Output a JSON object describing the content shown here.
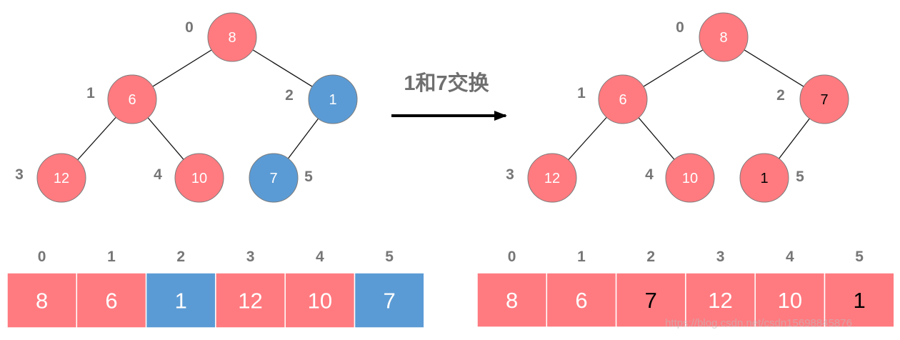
{
  "title": "1和7交换",
  "watermark": "https://blog.csdn.net/csdn15698845876",
  "colors": {
    "red": "#FF7B80",
    "blue": "#5B9BD5",
    "white_text": "#FFFFFF",
    "black_text": "#000000",
    "index_text": "#767676"
  },
  "before": {
    "nodes": [
      {
        "index": "0",
        "value": "8",
        "color": "red",
        "text_color": "white"
      },
      {
        "index": "1",
        "value": "6",
        "color": "red",
        "text_color": "white"
      },
      {
        "index": "2",
        "value": "1",
        "color": "blue",
        "text_color": "white"
      },
      {
        "index": "3",
        "value": "12",
        "color": "red",
        "text_color": "white"
      },
      {
        "index": "4",
        "value": "10",
        "color": "red",
        "text_color": "white"
      },
      {
        "index": "5",
        "value": "7",
        "color": "blue",
        "text_color": "white"
      }
    ],
    "array": [
      {
        "index": "0",
        "value": "8",
        "color": "red",
        "text_color": "white"
      },
      {
        "index": "1",
        "value": "6",
        "color": "red",
        "text_color": "white"
      },
      {
        "index": "2",
        "value": "1",
        "color": "blue",
        "text_color": "white"
      },
      {
        "index": "3",
        "value": "12",
        "color": "red",
        "text_color": "white"
      },
      {
        "index": "4",
        "value": "10",
        "color": "red",
        "text_color": "white"
      },
      {
        "index": "5",
        "value": "7",
        "color": "blue",
        "text_color": "white"
      }
    ]
  },
  "after": {
    "nodes": [
      {
        "index": "0",
        "value": "8",
        "color": "red",
        "text_color": "white"
      },
      {
        "index": "1",
        "value": "6",
        "color": "red",
        "text_color": "white"
      },
      {
        "index": "2",
        "value": "7",
        "color": "red",
        "text_color": "black"
      },
      {
        "index": "3",
        "value": "12",
        "color": "red",
        "text_color": "white"
      },
      {
        "index": "4",
        "value": "10",
        "color": "red",
        "text_color": "white"
      },
      {
        "index": "5",
        "value": "1",
        "color": "red",
        "text_color": "black"
      }
    ],
    "array": [
      {
        "index": "0",
        "value": "8",
        "color": "red",
        "text_color": "white"
      },
      {
        "index": "1",
        "value": "6",
        "color": "red",
        "text_color": "white"
      },
      {
        "index": "2",
        "value": "7",
        "color": "red",
        "text_color": "black"
      },
      {
        "index": "3",
        "value": "12",
        "color": "red",
        "text_color": "white"
      },
      {
        "index": "4",
        "value": "10",
        "color": "red",
        "text_color": "white"
      },
      {
        "index": "5",
        "value": "1",
        "color": "red",
        "text_color": "black"
      }
    ]
  }
}
